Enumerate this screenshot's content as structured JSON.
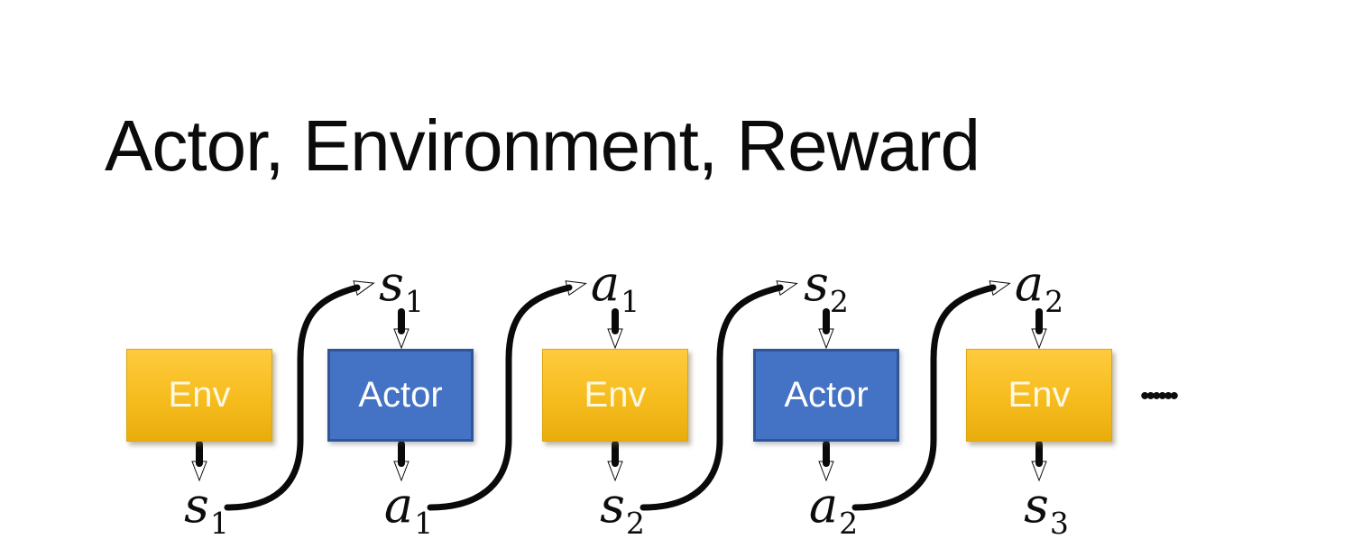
{
  "title": "Actor, Environment, Reward",
  "diagram": {
    "boxes": [
      {
        "label": "Env",
        "type": "env"
      },
      {
        "label": "Actor",
        "type": "actor"
      },
      {
        "label": "Env",
        "type": "env"
      },
      {
        "label": "Actor",
        "type": "actor"
      },
      {
        "label": "Env",
        "type": "env"
      }
    ],
    "top_labels": [
      {
        "base": "s",
        "sub": "1"
      },
      {
        "base": "a",
        "sub": "1"
      },
      {
        "base": "s",
        "sub": "2"
      },
      {
        "base": "a",
        "sub": "2"
      }
    ],
    "bottom_labels": [
      {
        "base": "s",
        "sub": "1"
      },
      {
        "base": "a",
        "sub": "1"
      },
      {
        "base": "s",
        "sub": "2"
      },
      {
        "base": "a",
        "sub": "2"
      },
      {
        "base": "s",
        "sub": "3"
      }
    ],
    "ellipsis": "••••••",
    "colors": {
      "env_gradient_top": "#FFCB3D",
      "env_gradient_bottom": "#E9AC0D",
      "env_border": "#DCA612",
      "env_text": "#FDF8E1",
      "actor_fill": "#4472C4",
      "actor_border": "#2F5597",
      "actor_text": "#FFFFFF",
      "arrow": "#0A0A0A",
      "title_text": "#0B0B0B",
      "background": "#FFFFFF"
    }
  }
}
